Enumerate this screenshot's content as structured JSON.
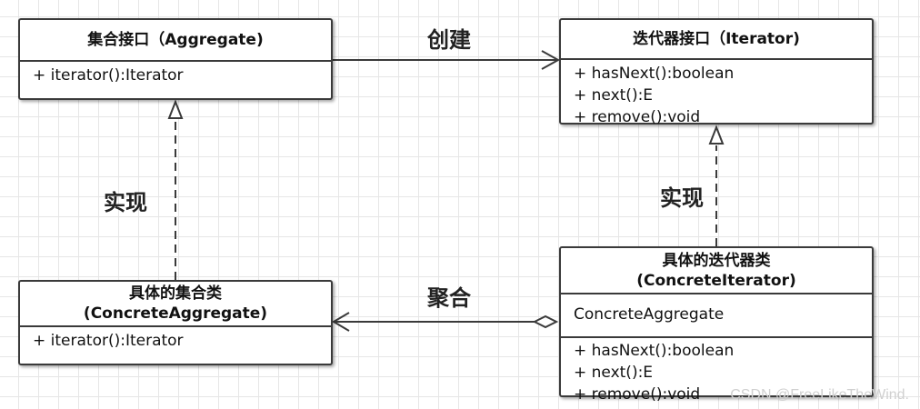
{
  "aggregate_interface": {
    "title": "集合接口（Aggregate)",
    "methods": [
      "+ iterator():Iterator"
    ]
  },
  "iterator_interface": {
    "title": "迭代器接口（Iterator)",
    "methods": [
      "+ hasNext():boolean",
      "+ next():E",
      "+ remove():void"
    ]
  },
  "concrete_aggregate": {
    "title_line1": "具体的集合类",
    "title_line2": "(ConcreteAggregate)",
    "methods": [
      "+ iterator():Iterator"
    ]
  },
  "concrete_iterator": {
    "title_line1": "具体的迭代器类",
    "title_line2": "(ConcreteIterator)",
    "fields": [
      "ConcreteAggregate"
    ],
    "methods": [
      "+ hasNext():boolean",
      "+ next():E",
      "+ remove():void"
    ]
  },
  "relations": {
    "create": "创建",
    "implement_left": "实现",
    "implement_right": "实现",
    "aggregation": "聚合"
  },
  "watermark": "CSDN @FreeLikeTheWind."
}
